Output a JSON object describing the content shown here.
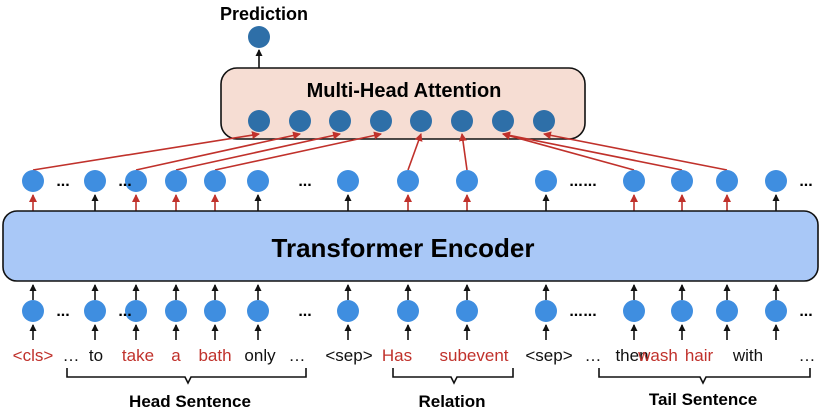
{
  "top": {
    "prediction_label": "Prediction"
  },
  "attention": {
    "title": "Multi-Head Attention"
  },
  "encoder": {
    "title": "Transformer Encoder"
  },
  "groups": {
    "head": "Head Sentence",
    "relation": "Relation",
    "tail": "Tail Sentence"
  },
  "tokens": [
    {
      "text": "<cls>",
      "highlight": true
    },
    {
      "text": "…",
      "highlight": false
    },
    {
      "text": "to",
      "highlight": false
    },
    {
      "text": "take",
      "highlight": true
    },
    {
      "text": "a",
      "highlight": true
    },
    {
      "text": "bath",
      "highlight": true
    },
    {
      "text": "only",
      "highlight": false
    },
    {
      "text": "…",
      "highlight": false
    },
    {
      "text": "<sep>",
      "highlight": false
    },
    {
      "text": "Has",
      "highlight": true
    },
    {
      "text": "subevent",
      "highlight": true
    },
    {
      "text": "<sep>",
      "highlight": false
    },
    {
      "text": "…",
      "highlight": false
    },
    {
      "text": "then",
      "highlight": false
    },
    {
      "text": "wash",
      "highlight": true
    },
    {
      "text": "hair",
      "highlight": true
    },
    {
      "text": "with",
      "highlight": false
    },
    {
      "text": "…",
      "highlight": false
    }
  ],
  "ellipsis": "…",
  "dots_label": "...",
  "colors": {
    "node": "#3f8ee0",
    "node_dark": "#2e6fa8",
    "encoder_fill": "#a9c8f7",
    "attention_fill": "#f6ddd3",
    "highlight": "#c0312b",
    "text": "#111111"
  }
}
